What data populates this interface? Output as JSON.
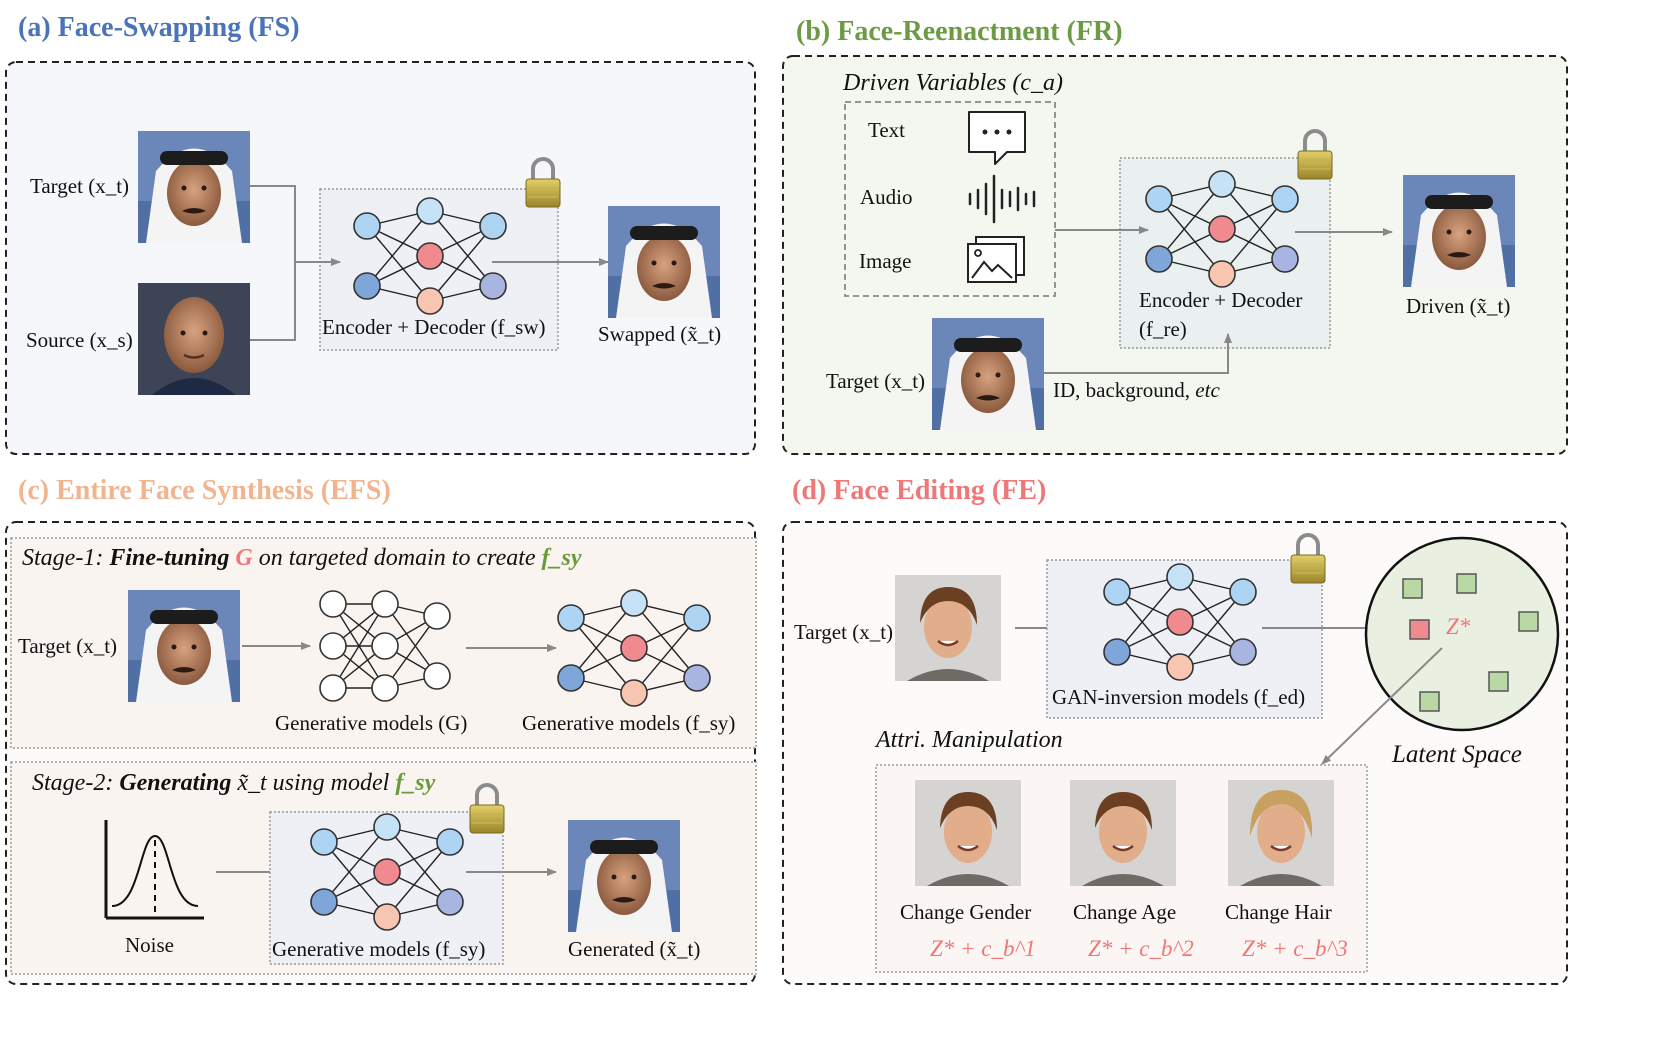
{
  "panels": {
    "a": {
      "title": "(a) Face-Swapping (FS)",
      "color": "#4a73b9",
      "target": "Target (x_t)",
      "source": "Source (x_s)",
      "model": "Encoder + Decoder (f_sw)",
      "output": "Swapped (x̃_t)"
    },
    "b": {
      "title": "(b) Face-Reenactment (FR)",
      "color": "#6d9b43",
      "driven_vars": "Driven Variables (c_a)",
      "text": "Text",
      "audio": "Audio",
      "image": "Image",
      "model": "Encoder + Decoder",
      "model_fn": "(f_re)",
      "output": "Driven (x̃_t)",
      "target": "Target (x_t)",
      "id_bg": "ID, background,",
      "etc": "etc"
    },
    "c": {
      "title": "(c) Entire Face Synthesis (EFS)",
      "color": "#f1b48f",
      "stage1_prefix": "Stage-1:",
      "stage1_bold": "Fine-tuning",
      "stage1_G": "G",
      "stage1_mid": "on targeted domain to create",
      "stage1_f": "f_sy",
      "target": "Target (x_t)",
      "gen_G": "Generative models (G)",
      "gen_fsy": "Generative models (f_sy)",
      "stage2_prefix": "Stage-2:",
      "stage2_bold": "Generating",
      "stage2_mid": "x̃_t using model",
      "stage2_f": "f_sy",
      "noise": "Noise",
      "gen_fsy2": "Generative models (f_sy)",
      "output": "Generated (x̃_t)"
    },
    "d": {
      "title": "(d) Face Editing (FE)",
      "color": "#ef7777",
      "target": "Target (x_t)",
      "model": "GAN-inversion models (f_ed)",
      "latent": "Latent Space",
      "zstar": "Z*",
      "attri": "Attri. Manipulation",
      "changes": [
        "Change Gender",
        "Change Age",
        "Change Hair"
      ],
      "formulas": [
        "Z* + c_b^1",
        "Z* + c_b^2",
        "Z* + c_b^3"
      ]
    }
  }
}
